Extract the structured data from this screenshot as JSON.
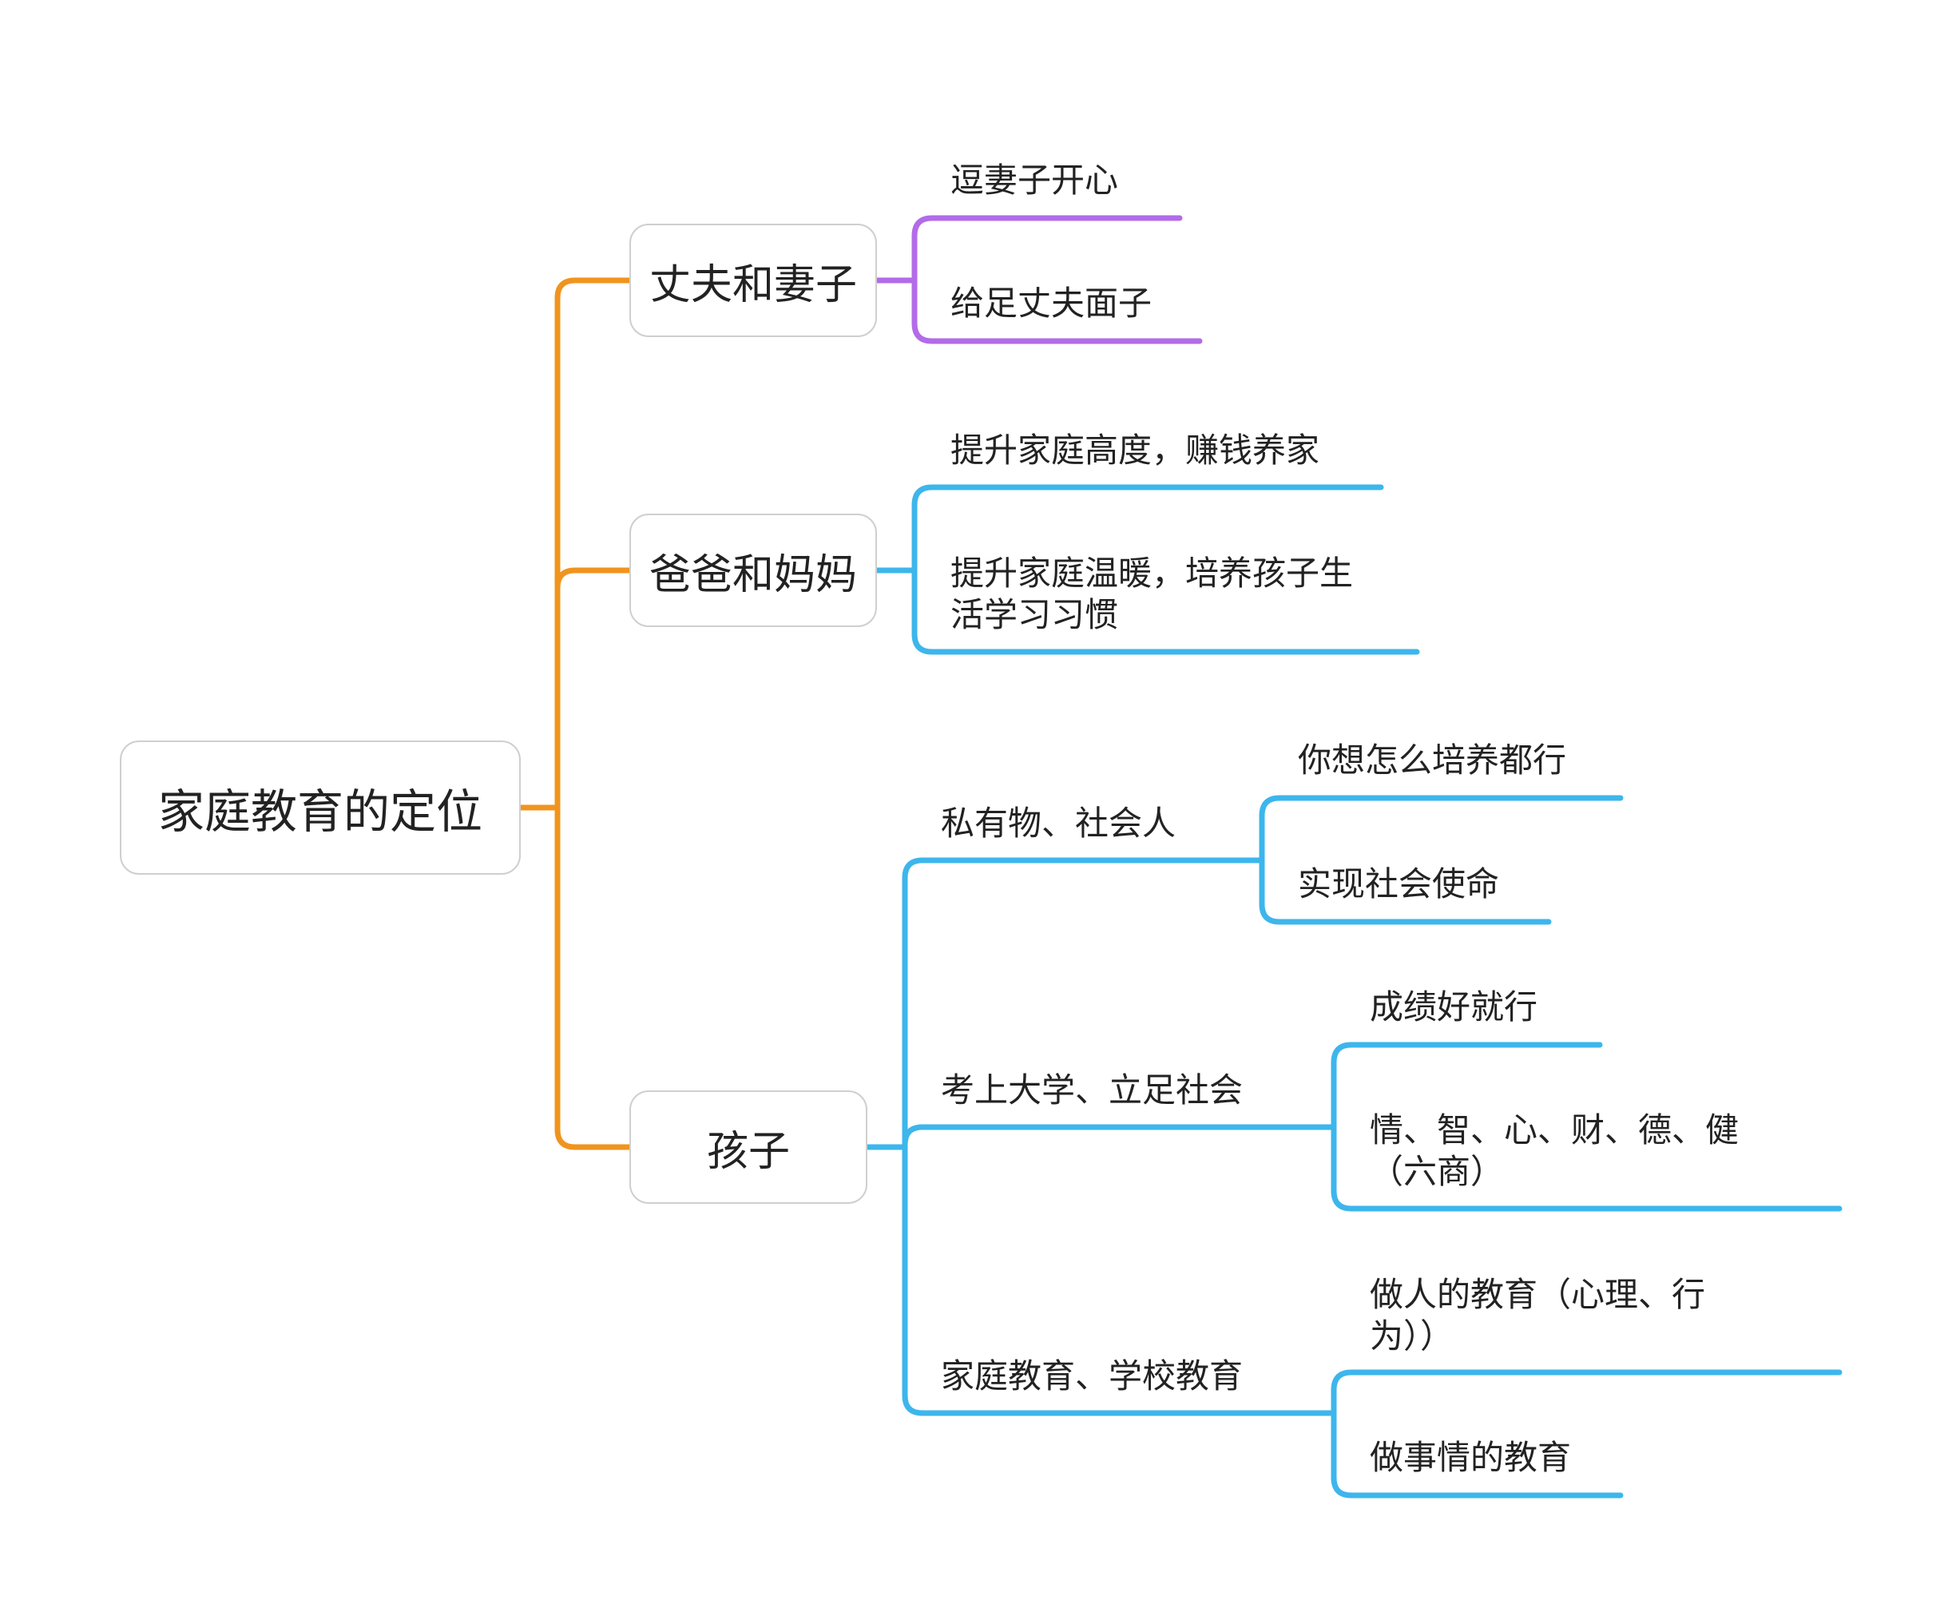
{
  "colors": {
    "orange": "#F0941E",
    "purple": "#B36BE8",
    "blue": "#3DB6EC",
    "box_border": "#cfcfcf",
    "text": "#222222"
  },
  "mindmap": {
    "root": "家庭教育的定位",
    "branches": [
      {
        "label": "丈夫和妻子",
        "children": [
          "逗妻子开心",
          "给足丈夫面子"
        ]
      },
      {
        "label": "爸爸和妈妈",
        "children": [
          "提升家庭高度，赚钱养家",
          [
            "提升家庭温暖，培养孩子生",
            "活学习习惯"
          ]
        ]
      },
      {
        "label": "孩子",
        "children": [
          {
            "label": "私有物、社会人",
            "children": [
              "你想怎么培养都行",
              "实现社会使命"
            ]
          },
          {
            "label": "考上大学、立足社会",
            "children": [
              "成绩好就行",
              [
                "情、智、心、财、德、健",
                "（六商）"
              ]
            ]
          },
          {
            "label": "家庭教育、学校教育",
            "children": [
              [
                "做人的教育（心理、行",
                "为））"
              ],
              "做事情的教育"
            ]
          }
        ]
      }
    ]
  }
}
